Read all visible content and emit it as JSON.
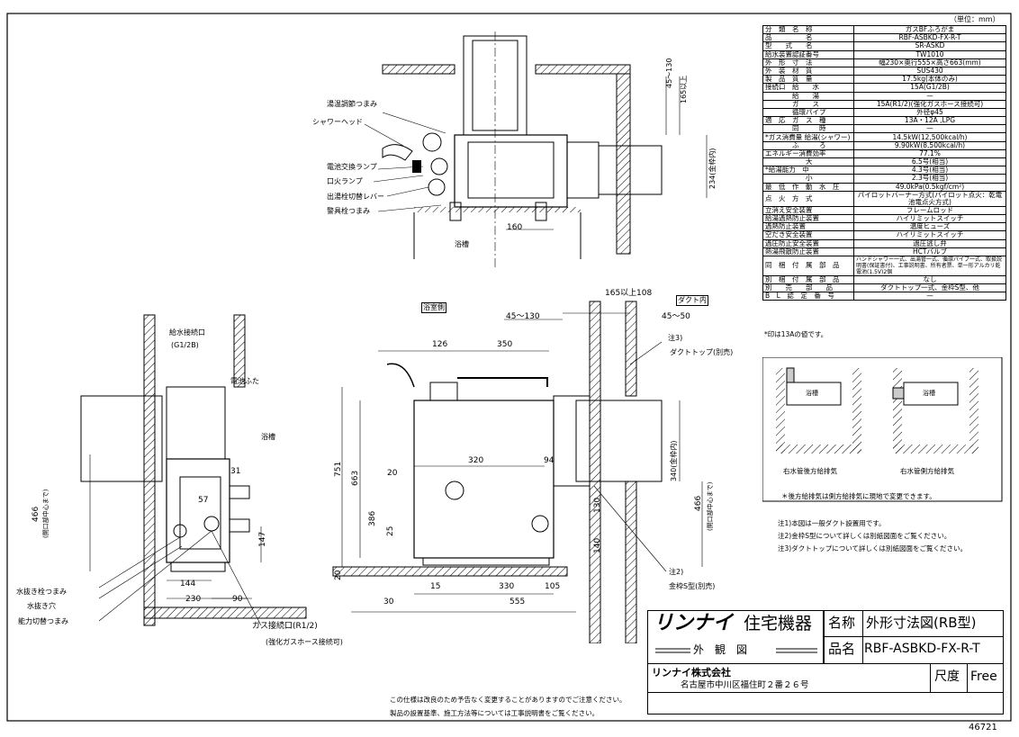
{
  "unit_note": "（単位：mm）",
  "spec_rows": [
    {
      "k": "分　類　名　称",
      "v": "ガスBFふろがま"
    },
    {
      "k": "品　　　　　名",
      "v": "RBF-ASBKD-FX-R-T"
    },
    {
      "k": "型　　式　　名",
      "v": "SR-ASKD"
    },
    {
      "k": "給水装置認証番号",
      "v": "TW1010"
    },
    {
      "k": "外　形　寸　法",
      "v": "幅230×奥行555×高さ663(mm)"
    },
    {
      "k": "外　装　材　質",
      "v": "SUS430"
    },
    {
      "k": "製　品　質　量",
      "v": "17.5kg(本体のみ)"
    },
    {
      "k": "接続口　給　　水",
      "v": "15A(G1/2B)"
    },
    {
      "k": "　　　　給　　湯",
      "v": "—"
    },
    {
      "k": "　　　　ガ　　ス",
      "v": "15A(R1/2)(強化ガスホース接続可)"
    },
    {
      "k": "　　　　循環パイプ",
      "v": "外径φ45"
    },
    {
      "k": "適　応　ガ　ス　種",
      "v": "13A・12A ,LPG"
    },
    {
      "k": "　　　　同　　　時",
      "v": "—"
    },
    {
      "k": "*ガス消費量 給湯(シャワー)",
      "v": "14.5kW(12,500kcal/h)"
    },
    {
      "k": "　　　　ふ　　　ろ",
      "v": "9.90kW(8,500kcal/h)"
    },
    {
      "k": "エネルギー消費効率",
      "v": "77.1%"
    },
    {
      "k": "　　　　　　大",
      "v": "6.5号(相当)"
    },
    {
      "k": "*給湯能力　中",
      "v": "4.3号(相当)"
    },
    {
      "k": "　　　　　　小",
      "v": "2.3号(相当)"
    },
    {
      "k": "最　低　作　動　水　圧",
      "v": "49.0kPa(0.5kgf/cm²)"
    },
    {
      "k": "点　火　方　式",
      "v": "パイロットバーナー方式(パイロット点火：乾電池電点火方式)"
    },
    {
      "k": "立消え安全装置",
      "v": "フレームロッド"
    },
    {
      "k": "給湯過熱防止装置",
      "v": "ハイリミットスイッチ"
    },
    {
      "k": "過熱防止装置",
      "v": "温度ヒューズ"
    },
    {
      "k": "空だき安全装置",
      "v": "ハイリミットスイッチ"
    },
    {
      "k": "過圧防止安全装置",
      "v": "過圧逃し弁"
    },
    {
      "k": "熱湯飛散防止装置",
      "v": "HCTバルブ"
    },
    {
      "k": "同　梱　付　属　部　品",
      "v": "ハンドシャワー一式、出湯管一式、循環パイプ一式、取扱説明書(保証書付)、工事説明書、所有者票、単一形アルカリ乾電池(1.5V)2個"
    },
    {
      "k": "別　梱　付　属　部　品",
      "v": "なし"
    },
    {
      "k": "別　　売　　部　　品",
      "v": "ダクトトップ一式、金枠S型、他"
    },
    {
      "k": "B　L　認　定　番　号",
      "v": "—"
    }
  ],
  "spec_footnote": "*印は13Aの値です。",
  "vent": {
    "left_caption": "右水管後方給排気",
    "right_caption": "右水管側方給排気",
    "note": "＊後方給排気は側方給排気に現地で変更できます。",
    "label": "浴槽"
  },
  "notes": [
    "注1)本図は一般ダクト設置用です。",
    "注2)金枠S型について詳しくは別紙図面をご覧ください。",
    "注3)ダクトトップについて詳しくは別紙図面をご覧ください。"
  ],
  "top_view": {
    "labels": [
      "湯温調節つまみ",
      "シャワーヘッド",
      "電池交換ランプ",
      "口火ランプ",
      "出湯栓切替レバー",
      "警具栓つまみ",
      "浴槽"
    ],
    "dims": [
      "45～130",
      "165以上",
      "234(金枠内)",
      "160"
    ]
  },
  "left_view": {
    "labels": [
      "給水接続口",
      "(G1/2B)",
      "電池ふた",
      "浴槽",
      "水抜き栓つまみ",
      "水抜き穴",
      "能力切替つまみ",
      "ガス接続口(R1/2)",
      "(強化ガスホース接続可)"
    ],
    "dims": [
      "466",
      "(開口部中心まで)",
      "31",
      "57",
      "147",
      "144",
      "230",
      "90"
    ]
  },
  "side_view": {
    "labels": [
      "浴室側",
      "ダクト内",
      "注3)",
      "ダクトトップ(別売)",
      "注2)",
      "金枠S型(別売)"
    ],
    "dims": [
      "165以上",
      "108",
      "45～130",
      "45～50",
      "126",
      "350",
      "751",
      "663",
      "20",
      "320",
      "94",
      "386",
      "25",
      "130",
      "140",
      "20",
      "15",
      "330",
      "105",
      "30",
      "555",
      "340(金枠内)",
      "466",
      "(開口部中心まで)"
    ]
  },
  "title_block": {
    "brand": "リンナイ",
    "brand_sub": "住宅機器",
    "view": "外　観　図",
    "name_label": "名称",
    "name_value": "外形寸法図(RB型)",
    "product_label": "品名",
    "product_value": "RBF-ASBKD-FX-R-T",
    "company": "リンナイ株式会社",
    "address": "名古屋市中川区福住町２番２６号",
    "scale_label": "尺度",
    "scale_value": "Free"
  },
  "disclaimer": [
    "この仕様は改良のため予告なく変更することがありますのでご注意ください。",
    "製品の設置基準、施工方法等については工事説明書をご覧ください。"
  ],
  "drawing_number": "46721"
}
